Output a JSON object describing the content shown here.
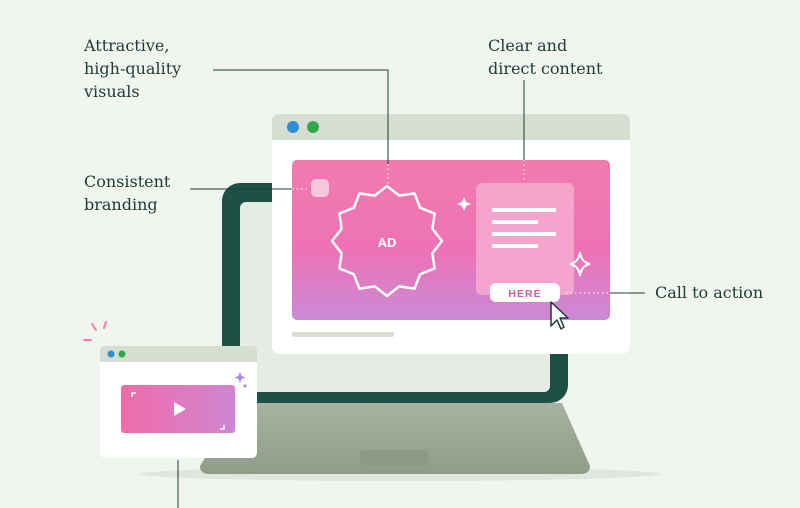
{
  "callouts": {
    "visuals": [
      "Attractive,",
      "high-quality",
      "visuals"
    ],
    "content": [
      "Clear and",
      "direct content"
    ],
    "branding": [
      "Consistent",
      "branding"
    ],
    "cta": [
      "Call to action"
    ]
  },
  "ad": {
    "badge_text": "AD",
    "cta_button": "HERE"
  },
  "colors": {
    "background": "#f1f5ef",
    "laptop_frame": "#1e5046",
    "laptop_base": "#9daa96",
    "browser_bar": "#d5ded1",
    "ad_gradient_top": "#ef7fb0",
    "ad_gradient_bottom": "#c98ad6",
    "dot_blue": "#2e8fd4",
    "dot_green": "#2fa84a"
  },
  "icons": [
    "play-icon",
    "cursor-icon",
    "sparkle-icon",
    "burst-badge-icon"
  ]
}
